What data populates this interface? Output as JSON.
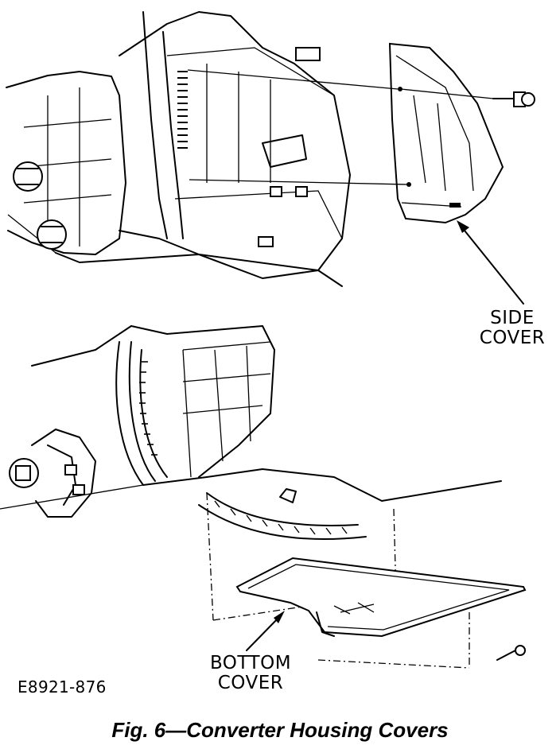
{
  "labels": {
    "side_cover_line1": "SIDE",
    "side_cover_line2": "COVER",
    "bottom_cover_line1": "BOTTOM",
    "bottom_cover_line2": "COVER"
  },
  "figure_code": "E8921-876",
  "caption": "Fig. 6—Converter Housing Covers"
}
